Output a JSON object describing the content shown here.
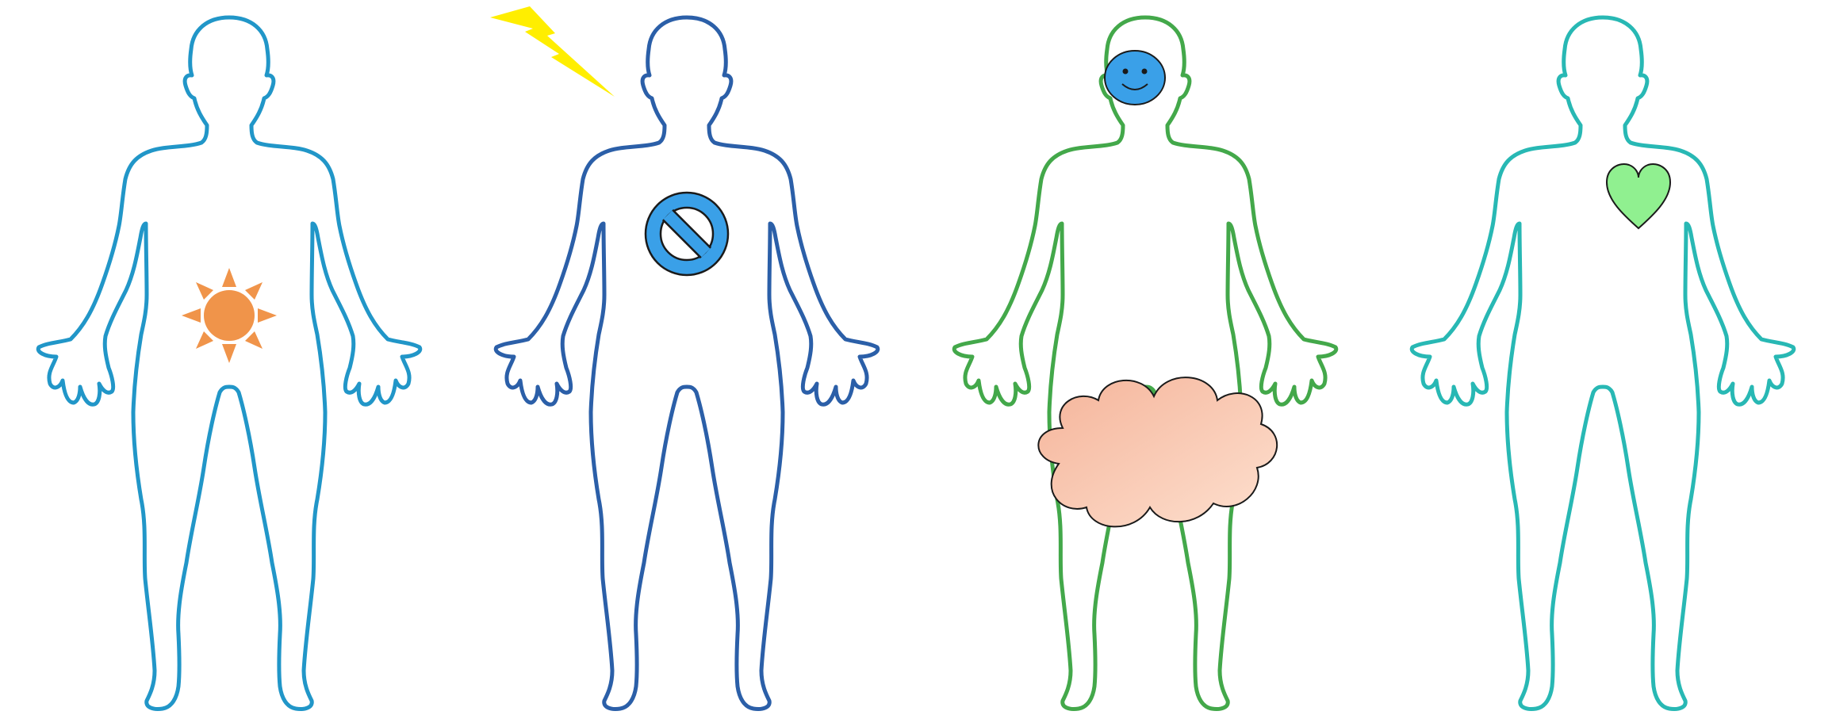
{
  "figures": [
    {
      "name": "figure-1",
      "outline_color": "#2196c8",
      "symbol": {
        "icon": "sun-icon",
        "color": "#f0944a"
      }
    },
    {
      "name": "figure-2",
      "outline_color": "#2b5fa8",
      "symbol": {
        "icon": "prohibited-icon",
        "color": "#3aa0e8"
      },
      "extra": {
        "icon": "lightning-bolt-icon",
        "color": "#ffee00"
      }
    },
    {
      "name": "figure-3",
      "outline_color": "#43a84a",
      "symbol": {
        "icon": "smiley-face-icon",
        "color": "#3aa0e8"
      },
      "extra": {
        "icon": "cloud-icon",
        "color_start": "#f5b49a",
        "color_end": "#fde0cf"
      }
    },
    {
      "name": "figure-4",
      "outline_color": "#28b8b4",
      "symbol": {
        "icon": "heart-icon",
        "color": "#90f090"
      }
    }
  ]
}
